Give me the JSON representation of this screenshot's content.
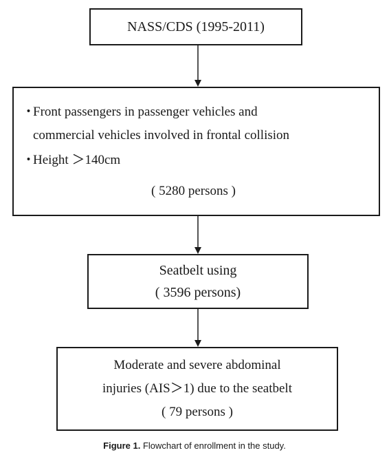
{
  "flowchart": {
    "source_box": {
      "label": "NASS/CDS (1995-2011)"
    },
    "criteria_box": {
      "bullet": "・",
      "criterion_1_line_1": "Front passengers in passenger vehicles and",
      "criterion_1_line_2": "commercial vehicles involved in frontal collision",
      "criterion_2": "Height ＞140cm",
      "count": "( 5280 persons )"
    },
    "seatbelt_box": {
      "label": "Seatbelt using",
      "count": "( 3596 persons)"
    },
    "injury_box": {
      "line_1": "Moderate and severe abdominal",
      "line_2": "injuries (AIS＞1) due to the seatbelt",
      "count": "( 79 persons )"
    }
  },
  "caption": {
    "label": "Figure 1.",
    "text": " Flowchart of enrollment in the study."
  }
}
